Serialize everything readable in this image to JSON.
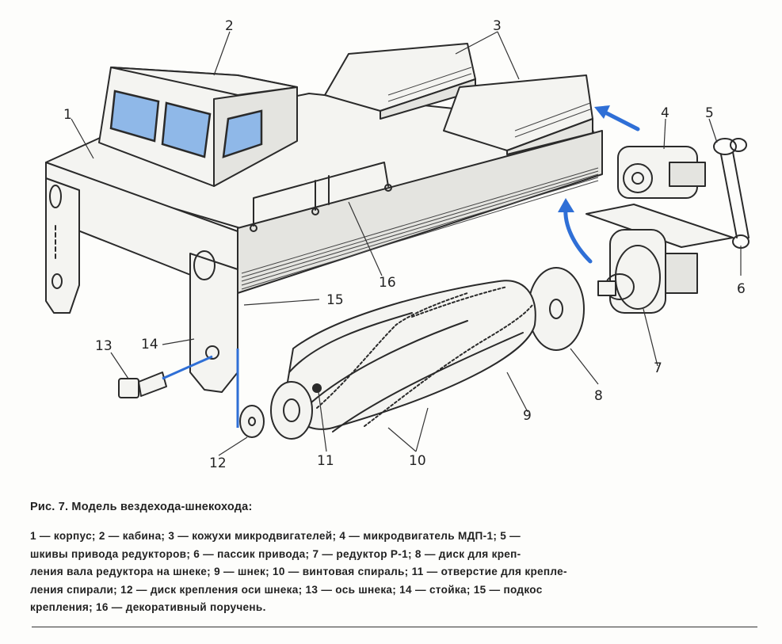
{
  "figure": {
    "labels": [
      "1",
      "2",
      "3",
      "4",
      "5",
      "6",
      "7",
      "8",
      "9",
      "10",
      "11",
      "12",
      "13",
      "14",
      "15",
      "16"
    ],
    "caption_title": "Рис. 7. Модель вездехода-шнекохода:",
    "caption_lines": [
      "1 — корпус; 2 — кабина; 3 — кожухи микродвигателей; 4 — микродвигатель МДП-1; 5 —",
      "шкивы привода редукторов; 6 — пассик привода; 7 — редуктор Р-1; 8 — диск для креп-",
      "ления вала редуктора на шнеке; 9 — шнек; 10 — винтовая спираль; 11 — отверстие для крепле-",
      "ления спирали; 12 — диск крепления оси шнека; 13 — ось шнека; 14 — стойка; 15 — подкос",
      "крепления; 16 — декоративный поручень."
    ],
    "colors": {
      "accent_blue": "#2f6fd6",
      "window_blue": "#8fb8e8",
      "line": "#2a2a2a"
    }
  }
}
